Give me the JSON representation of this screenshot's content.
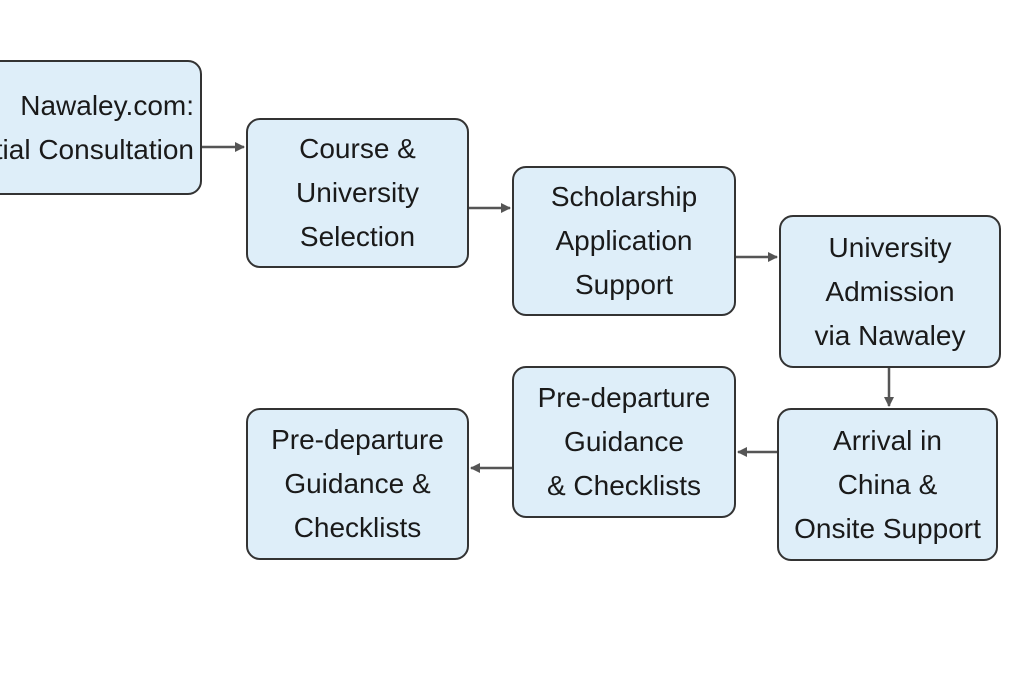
{
  "diagram": {
    "type": "flowchart",
    "colors": {
      "node_fill": "#deeef9",
      "node_border": "#333333",
      "edge": "#555555"
    },
    "nodes": [
      {
        "id": "n1",
        "label": "Nawaley.com:\nitial Consultation"
      },
      {
        "id": "n2",
        "label": "Course &\nUniversity\nSelection"
      },
      {
        "id": "n3",
        "label": "Scholarship\nApplication\nSupport"
      },
      {
        "id": "n4",
        "label": "University\nAdmission\nvia Nawaley"
      },
      {
        "id": "n5",
        "label": "Arrival in\nChina &\nOnsite Support"
      },
      {
        "id": "n6",
        "label": "Pre-departure\nGuidance\n& Checklists"
      },
      {
        "id": "n7",
        "label": "Pre-departure\nGuidance &\nChecklists"
      }
    ],
    "edges": [
      {
        "from": "n1",
        "to": "n2"
      },
      {
        "from": "n2",
        "to": "n3"
      },
      {
        "from": "n3",
        "to": "n4"
      },
      {
        "from": "n4",
        "to": "n5"
      },
      {
        "from": "n5",
        "to": "n6"
      },
      {
        "from": "n6",
        "to": "n7"
      }
    ]
  }
}
